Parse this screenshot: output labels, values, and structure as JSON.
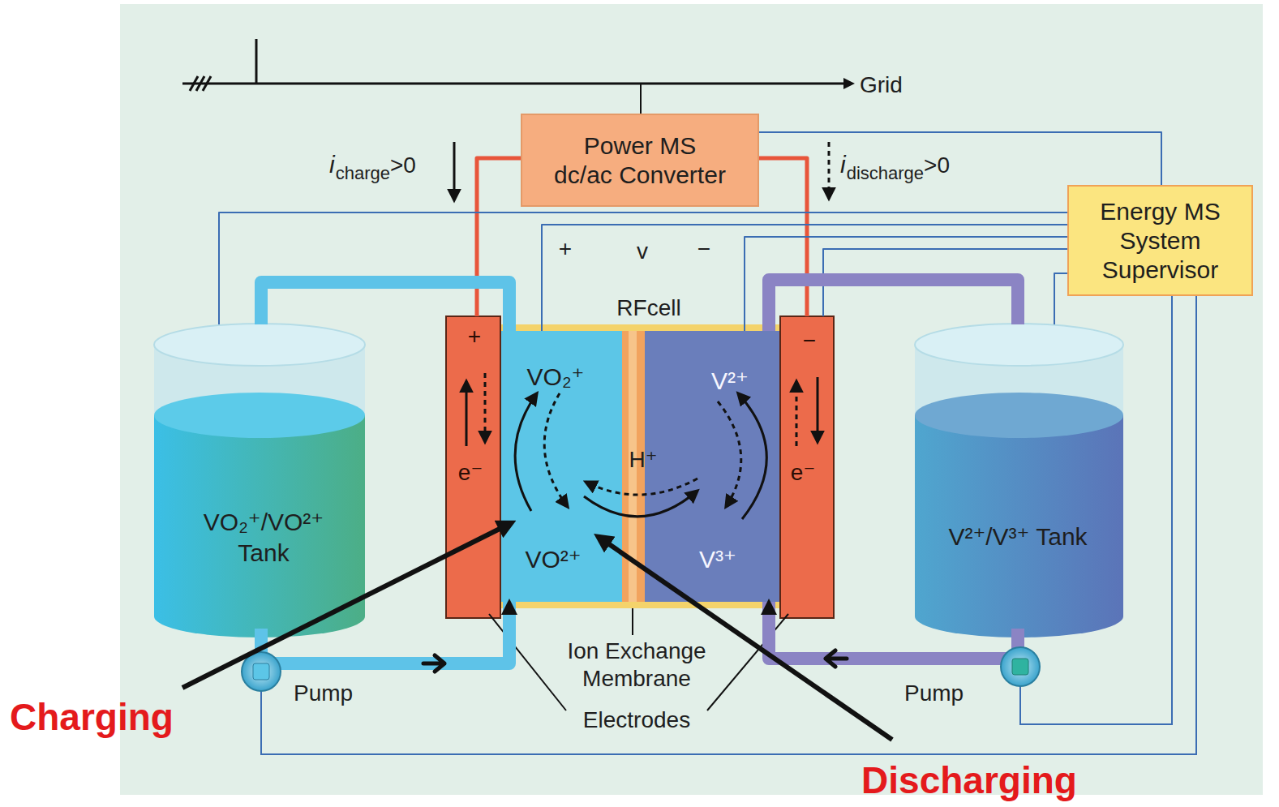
{
  "diagram": {
    "nodes": [
      {
        "text": [
          "Power MS dc/ac Converter"
        ]
      },
      {
        "text": [
          "Energy MS System Supervisor"
        ]
      },
      {
        "text": [
          "VO₂⁺/VO²⁺ Tank"
        ]
      },
      {
        "text": [
          "RFcell"
        ]
      },
      {
        "text": [
          "+",
          "e⁻"
        ],
        "in": 3
      },
      {
        "text": [
          "VO₂⁺",
          "VO²⁺"
        ],
        "in": 3
      },
      {
        "text": [
          "V²⁺",
          "V³⁺"
        ],
        "in": 3
      },
      {
        "text": [
          "−",
          "e⁻"
        ],
        "in": 3
      },
      {
        "text": [
          "V²⁺/V³⁺ Tank"
        ]
      }
    ],
    "edges": [
      {
        "from": 0,
        "to": 4,
        "arrow": "none"
      },
      {
        "from": 0,
        "to": 7,
        "arrow": "none"
      },
      {
        "from": 1,
        "to": 0,
        "arrow": "none"
      },
      {
        "from": 1,
        "to": 2,
        "arrow": "none"
      },
      {
        "from": 1,
        "to": 5,
        "arrow": "none"
      },
      {
        "from": 1,
        "to": 6,
        "arrow": "none"
      },
      {
        "from": 1,
        "to": 7,
        "arrow": "none"
      },
      {
        "from": 1,
        "to": 8,
        "arrow": "none"
      },
      {
        "from": 2,
        "to": 5,
        "arrow": "to"
      },
      {
        "from": 5,
        "to": 2,
        "arrow": "none"
      },
      {
        "from": 8,
        "to": 6,
        "arrow": "to"
      },
      {
        "from": 6,
        "to": 8,
        "arrow": "none"
      }
    ],
    "labels": [
      "Grid",
      "i",
      "charge",
      ">0",
      "i",
      "discharge",
      ">0",
      "+",
      "v",
      "−",
      "H⁺",
      "Ion Exchange Membrane",
      "Pump",
      "Pump",
      "Electrodes",
      "Charging",
      "Discharging"
    ]
  }
}
